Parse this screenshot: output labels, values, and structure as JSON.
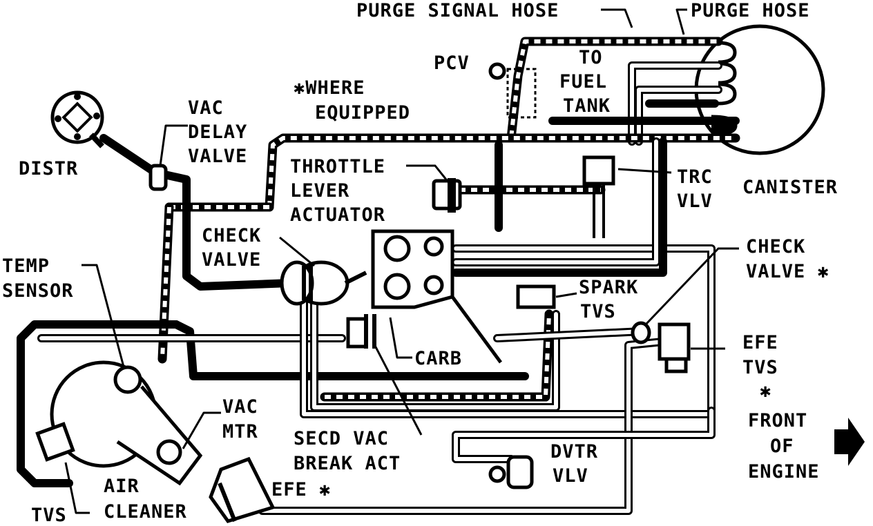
{
  "labels": {
    "purge_signal_hose": "PURGE SIGNAL HOSE",
    "purge_hose": "PURGE HOSE",
    "pcv": "PCV",
    "to": "TO",
    "fuel": "FUEL",
    "tank": "TANK",
    "where_equipped_1": "✱WHERE",
    "where_equipped_2": "EQUIPPED",
    "vac_delay_1": "VAC",
    "vac_delay_2": "DELAY",
    "vac_delay_3": "VALVE",
    "distr": "DISTR",
    "throttle_1": "THROTTLE",
    "throttle_2": "LEVER",
    "throttle_3": "ACTUATOR",
    "trc_1": "TRC",
    "trc_2": "VLV",
    "canister": "CANISTER",
    "check_valve_left_1": "CHECK",
    "check_valve_left_2": "VALVE",
    "check_valve_right_1": "CHECK",
    "check_valve_right_2": "VALVE ✱",
    "temp_1": "TEMP",
    "temp_2": "SENSOR",
    "spark_1": "SPARK",
    "spark_2": "TVS",
    "carb": "CARB",
    "efe_tvs_1": "EFE",
    "efe_tvs_2": "TVS",
    "efe_tvs_3": "✱",
    "vac_mtr_1": "VAC",
    "vac_mtr_2": "MTR",
    "secd_1": "SECD VAC",
    "secd_2": "BREAK ACT",
    "front_1": "FRONT",
    "front_2": "OF",
    "front_3": "ENGINE",
    "dvtr_1": "DVTR",
    "dvtr_2": "VLV",
    "air_1": "AIR",
    "air_2": "CLEANER",
    "efe": "EFE ✱",
    "tvs": "TVS"
  }
}
